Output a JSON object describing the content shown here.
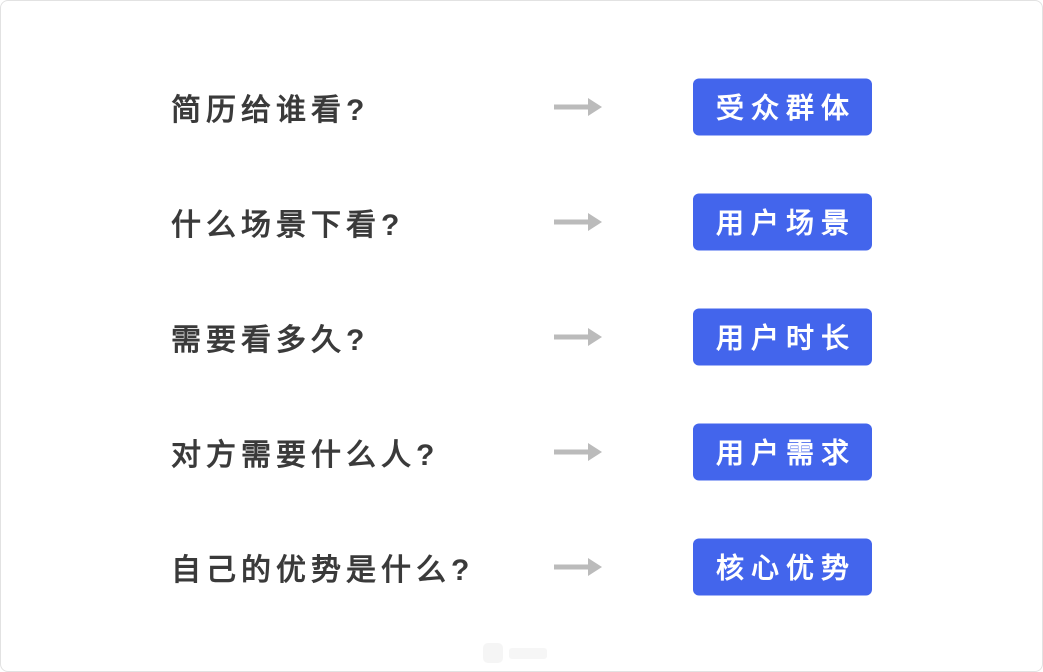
{
  "colors": {
    "accent": "#4365EC",
    "question_text": "#3A3A3A",
    "arrow": "#BBBBBB",
    "badge_text": "#FFFFFF",
    "canvas_border": "#E2E2E2",
    "background": "#FFFFFF"
  },
  "rows": [
    {
      "question": "简历给谁看?",
      "label": "受众群体"
    },
    {
      "question": "什么场景下看?",
      "label": "用户场景"
    },
    {
      "question": "需要看多久?",
      "label": "用户时长"
    },
    {
      "question": "对方需要什么人?",
      "label": "用户需求"
    },
    {
      "question": "自己的优势是什么?",
      "label": "核心优势"
    }
  ]
}
